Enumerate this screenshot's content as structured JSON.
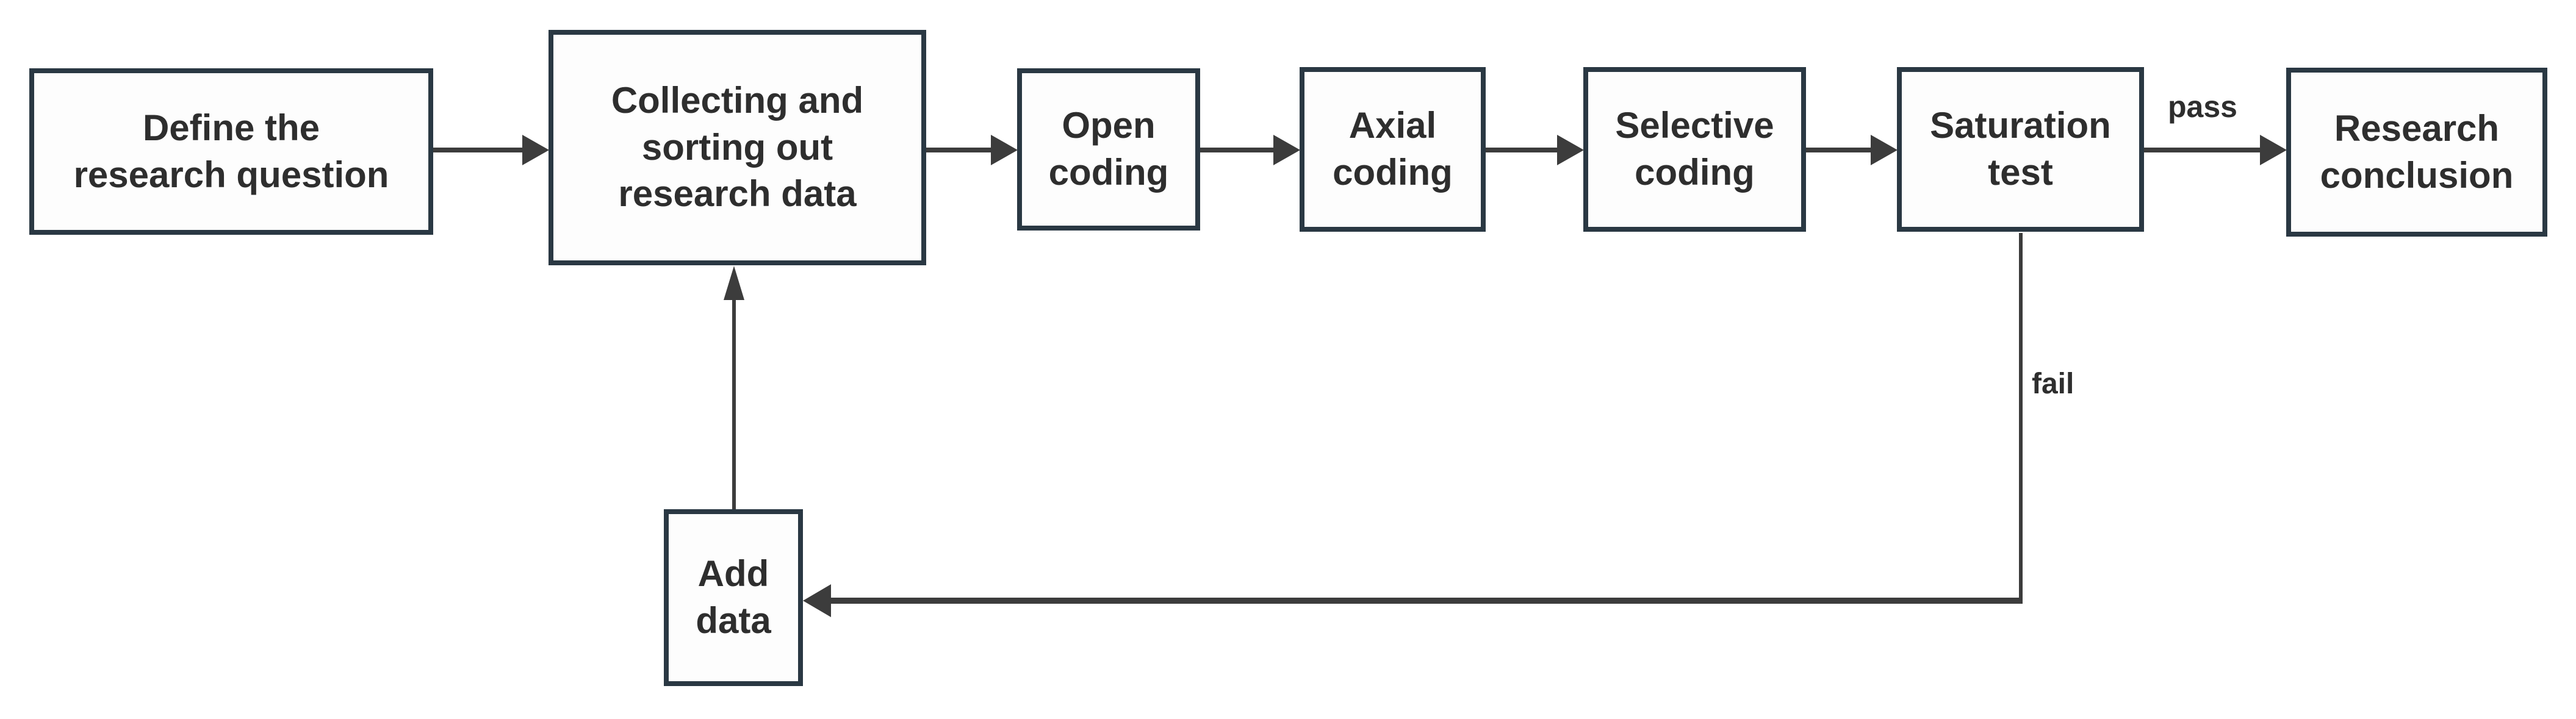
{
  "diagram": {
    "type": "flowchart",
    "background": "#ffffff",
    "colors": {
      "border": "#2a3843",
      "arrow": "#3c3c3c",
      "text": "#2e2e2e"
    },
    "nodes": [
      {
        "id": "define-question",
        "label": "Define the\nresearch question"
      },
      {
        "id": "collect-sort-data",
        "label": "Collecting and\nsorting out\nresearch data"
      },
      {
        "id": "open-coding",
        "label": "Open\ncoding"
      },
      {
        "id": "axial-coding",
        "label": "Axial\ncoding"
      },
      {
        "id": "selective-coding",
        "label": "Selective\ncoding"
      },
      {
        "id": "saturation-test",
        "label": "Saturation\ntest"
      },
      {
        "id": "research-conclusion",
        "label": "Research\nconclusion"
      },
      {
        "id": "add-data",
        "label": "Add\ndata"
      }
    ],
    "edge_labels": {
      "pass": "pass",
      "fail": "fail"
    }
  }
}
